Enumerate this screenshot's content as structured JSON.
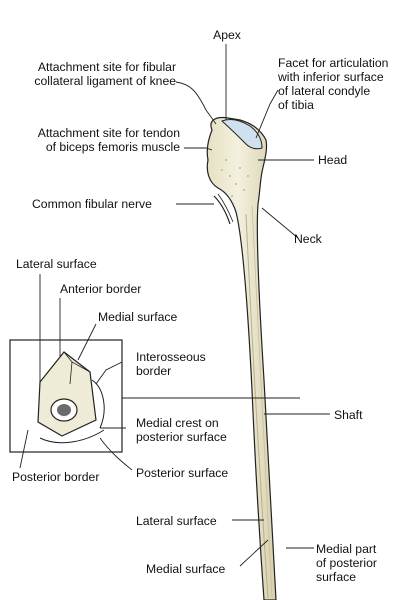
{
  "labels": {
    "apex": "Apex",
    "fibular_ligament": [
      "Attachment site for fibular",
      "collateral ligament of knee"
    ],
    "facet": [
      "Facet for articulation",
      "with inferior surface",
      "of lateral condyle",
      "of tibia"
    ],
    "biceps": [
      "Attachment site for tendon",
      "of biceps femoris muscle"
    ],
    "head": "Head",
    "nerve": "Common fibular nerve",
    "neck": "Neck",
    "lateral_surface_inset": "Lateral surface",
    "anterior_border": "Anterior border",
    "medial_surface_inset": "Medial surface",
    "interosseous": [
      "Interosseous",
      "border"
    ],
    "shaft": "Shaft",
    "medial_crest": [
      "Medial crest on",
      "posterior surface"
    ],
    "posterior_border": "Posterior border",
    "posterior_surface": "Posterior surface",
    "lateral_surface": "Lateral surface",
    "medial_surface": "Medial surface",
    "medial_part": [
      "Medial part",
      "of posterior",
      "surface"
    ]
  },
  "colors": {
    "bone": "#eeebd6",
    "bone_shade": "#cfc9a8",
    "facet": "#cfe0ee",
    "outline": "#222222"
  }
}
